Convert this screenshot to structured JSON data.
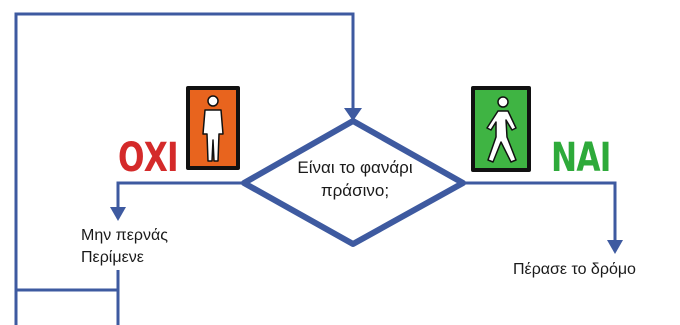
{
  "decision": {
    "line1": "Είναι το φανάρι",
    "line2": "πράσινο;"
  },
  "no_branch": {
    "label": "ΟΧΙ",
    "action_line1": "Μην περνάς",
    "action_line2": "Περίμενε",
    "color": "#d42a2a",
    "signal_color": "#e8641e",
    "signal_icon": "standing-pedestrian-icon"
  },
  "yes_branch": {
    "label": "ΝΑΙ",
    "action": "Πέρασε το δρόμο",
    "color": "#2eaa3a",
    "signal_color": "#3fb443",
    "signal_icon": "walking-pedestrian-icon"
  },
  "colors": {
    "line": "#3e5aa0",
    "diamond_fill": "#ffffff",
    "diamond_stroke": "#3e5aa0"
  }
}
